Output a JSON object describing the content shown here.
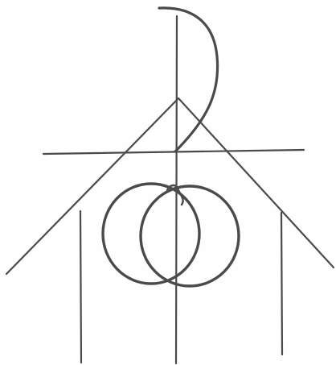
{
  "figure": {
    "background": "#fefefe",
    "ink": "#4a4a4a",
    "elements": [
      "vertical-axis-line",
      "crossbar-line",
      "roof-left-line",
      "roof-right-line",
      "left-wall-line",
      "right-wall-line",
      "hook-curve",
      "left-circle",
      "right-circle",
      "knot-mark"
    ]
  }
}
